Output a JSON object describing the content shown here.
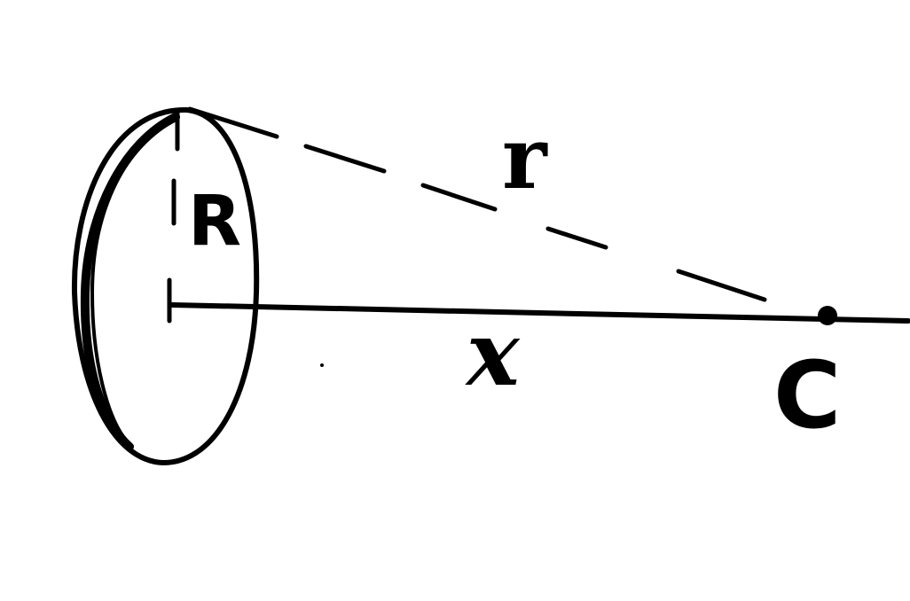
{
  "labels": {
    "radius": "R",
    "slant_distance": "r",
    "axial_distance": "x",
    "point": "C"
  },
  "colors": {
    "ink": "#000000",
    "background": "#ffffff"
  }
}
